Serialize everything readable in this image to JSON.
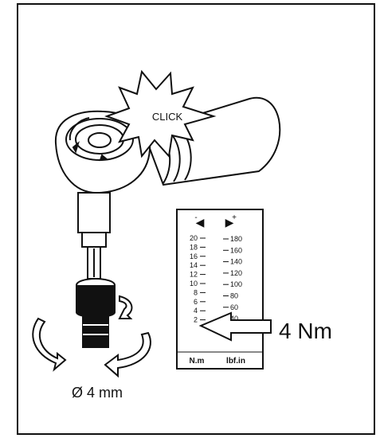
{
  "callout": {
    "click_text": "CLICK"
  },
  "torque_scale": {
    "left_symbol": "◀",
    "right_symbol": "▶",
    "left_minus": "-",
    "right_plus": "+",
    "nm_ticks": [
      "20",
      "18",
      "16",
      "14",
      "12",
      "10",
      "8",
      "6",
      "4",
      "2"
    ],
    "lbf_ticks": [
      "180",
      "160",
      "140",
      "120",
      "100",
      "80",
      "60",
      "40"
    ],
    "left_unit": "N.m",
    "right_unit": "lbf.in"
  },
  "pointer_label": "4 Nm",
  "diameter_label": "Ø 4 mm",
  "colors": {
    "ink": "#111111",
    "paper": "#ffffff",
    "accent": "#2b2b2b"
  }
}
